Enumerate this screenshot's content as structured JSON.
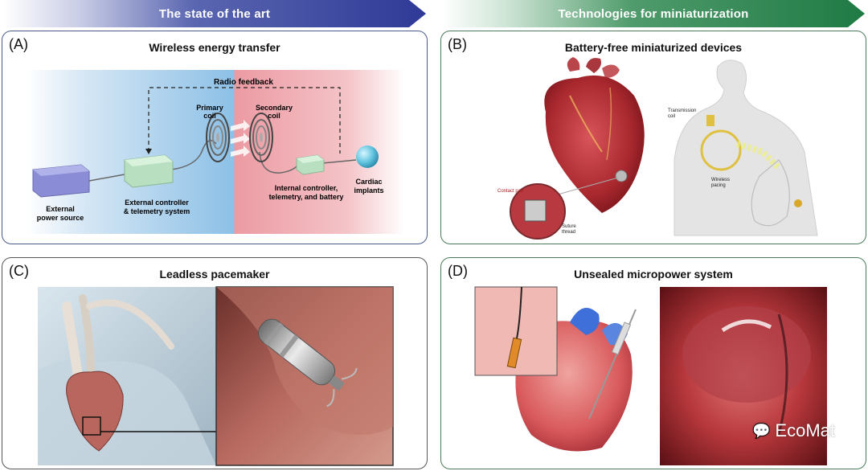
{
  "banners": {
    "left": "The state of the art",
    "right": "Technologies for miniaturization"
  },
  "panels": {
    "a": {
      "label": "(A)",
      "title": "Wireless energy transfer",
      "radio_feedback": "Radio feedback",
      "primary_coil": [
        "Primary",
        "coil"
      ],
      "secondary_coil": [
        "Secondary",
        "coil"
      ],
      "external_power": [
        "External",
        "power source"
      ],
      "external_controller": [
        "External controller",
        "& telemetry system"
      ],
      "internal_controller": [
        "Internal controller,",
        "telemetry, and battery"
      ],
      "cardiac_implants": [
        "Cardiac",
        "implants"
      ]
    },
    "b": {
      "label": "(B)",
      "title": "Battery-free miniaturized devices",
      "contact_pad": "Contact pad",
      "suture_thread": [
        "Suture",
        "thread"
      ],
      "transmission_coil": [
        "Transmission",
        "coil"
      ],
      "wireless_pacing": [
        "Wireless",
        "pacing"
      ]
    },
    "c": {
      "label": "(C)",
      "title": "Leadless pacemaker"
    },
    "d": {
      "label": "(D)",
      "title": "Unsealed micropower system"
    }
  },
  "watermark": "EcoMat",
  "colors": {
    "left_banner": "#2e3a96",
    "right_banner": "#1f7a44"
  }
}
